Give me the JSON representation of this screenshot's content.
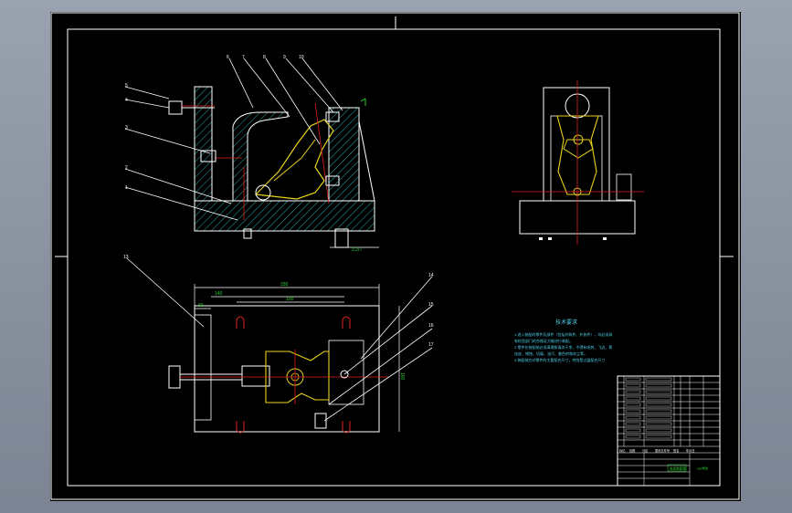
{
  "drawing": {
    "part_numbers_front": [
      "5",
      "4",
      "3",
      "2",
      "1"
    ],
    "part_numbers_top": [
      "6",
      "7",
      "8",
      "9",
      "10"
    ],
    "part_numbers_right": [
      "14",
      "15",
      "16",
      "17"
    ],
    "part_number_plan": "13",
    "dimensions": {
      "overall_length": "330",
      "span_a": "140",
      "span_b": "100",
      "offset": "60",
      "height_right": "160"
    },
    "surface_note": "3.2/√",
    "tech_requirements": {
      "title": "技术要求",
      "lines": [
        "1.进入装配的零件及部件（包括外购件、外协件），均必须具",
        "有检验部门的合格证方能进行装配。",
        "2.零件在装配前必须清理和清洗干净，不得有毛刺、飞边、氧",
        "化皮、锈蚀、切屑、油污、着色剂和灰尘等。",
        "3.装配前应对零件的主要配合尺寸，特别是过盈配合尺寸"
      ]
    },
    "title_block": {
      "drawing_name": "夹具装配图",
      "school_name": "xxx学院",
      "footer_cells": [
        "标记",
        "处数",
        "分区",
        "更改文件号",
        "签名",
        "年月日"
      ]
    }
  }
}
